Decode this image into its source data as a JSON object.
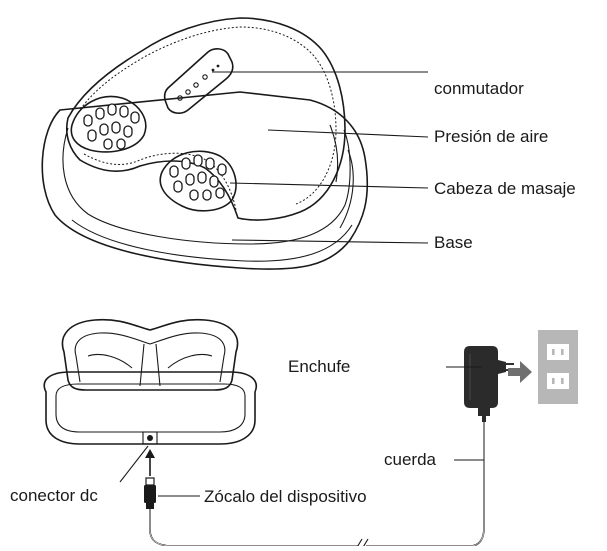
{
  "labels": {
    "switch": "conmutador",
    "air_pressure": "Presión de aire",
    "massage_head": "Cabeza de masaje",
    "base": "Base",
    "plug": "Enchufe",
    "cord": "cuerda",
    "dc_connector": "conector dc",
    "device_socket": "Zócalo del dispositivo"
  },
  "colors": {
    "line": "#1a1a1a",
    "outlet": "#b7b7b7",
    "adapter": "#2b2b2b",
    "arrow": "#6f6f6f"
  },
  "icons": [
    "foot-massager-illustration",
    "massager-top-view",
    "power-adapter-icon",
    "wall-outlet-icon",
    "arrow-right-icon",
    "arrow-up-icon"
  ]
}
